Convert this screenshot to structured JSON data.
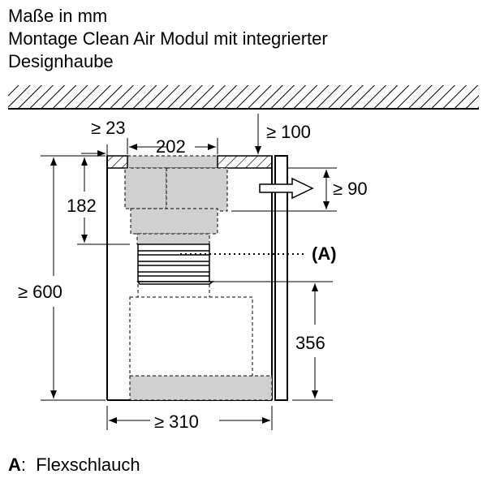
{
  "title_lines": [
    "Maße in mm",
    "Montage Clean Air Modul mit integrierter",
    "Designhaube"
  ],
  "dimensions": {
    "side_gap": "≥ 23",
    "opening_width": "202",
    "top_clearance": "≥ 100",
    "opening_depth": "182",
    "outlet_height": "≥ 90",
    "cabinet_height": "≥ 600",
    "lower_height": "356",
    "cabinet_width": "≥ 310"
  },
  "callout": "(A)",
  "legend": {
    "key": "A",
    "separator": ":",
    "text": "Flexschlauch"
  },
  "colors": {
    "line": "#000000",
    "fill_gray": "#d0d0d0"
  }
}
